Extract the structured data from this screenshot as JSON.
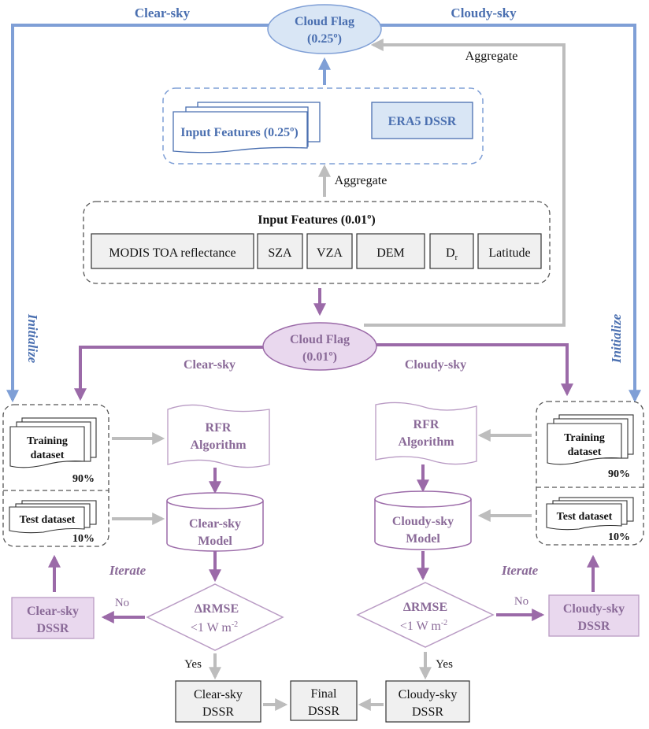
{
  "top": {
    "clear_sky_label": "Clear-sky",
    "cloudy_sky_label": "Cloudy-sky",
    "cloud_flag_coarse": {
      "line1": "Cloud Flag",
      "line2": "(0.25º)"
    },
    "aggregate_right": "Aggregate",
    "aggregate_center": "Aggregate"
  },
  "coarse_group": {
    "input_features": "Input Features (0.25º)",
    "era5": "ERA5 DSSR"
  },
  "fine_group": {
    "title": "Input Features (0.01º)",
    "features": [
      {
        "label": "MODIS TOA reflectance"
      },
      {
        "label": "SZA"
      },
      {
        "label": "VZA"
      },
      {
        "label": "DEM"
      },
      {
        "label": "D",
        "sub": "r"
      },
      {
        "label": "Latitude"
      }
    ]
  },
  "cloud_flag_fine": {
    "line1": "Cloud Flag",
    "line2": "(0.01º)"
  },
  "initialize_label": "Initialize",
  "iterate_label": "Iterate",
  "clear_branch": {
    "label": "Clear-sky",
    "training": {
      "line1": "Training",
      "line2": "dataset",
      "pct": "90%"
    },
    "test": {
      "label": "Test dataset",
      "pct": "10%"
    },
    "algorithm": {
      "line1": "RFR",
      "line2": "Algorithm"
    },
    "model": {
      "line1": "Clear-sky",
      "line2": "Model"
    },
    "decision": {
      "line1": "ΔRMSE",
      "line2": "<1 W m",
      "sup": "-2"
    },
    "no": "No",
    "yes": "Yes",
    "iter_output": {
      "line1": "Clear-sky",
      "line2": "DSSR"
    },
    "final_output": {
      "line1": "Clear-sky",
      "line2": "DSSR"
    }
  },
  "cloudy_branch": {
    "label": "Cloudy-sky",
    "training": {
      "line1": "Training",
      "line2": "dataset",
      "pct": "90%"
    },
    "test": {
      "label": "Test dataset",
      "pct": "10%"
    },
    "algorithm": {
      "line1": "RFR",
      "line2": "Algorithm"
    },
    "model": {
      "line1": "Cloudy-sky",
      "line2": "Model"
    },
    "decision": {
      "line1": "ΔRMSE",
      "line2": "<1 W m",
      "sup": "-2"
    },
    "no": "No",
    "yes": "Yes",
    "iter_output": {
      "line1": "Cloudy-sky",
      "line2": "DSSR"
    },
    "final_output": {
      "line1": "Cloudy-sky",
      "line2": "DSSR"
    }
  },
  "final": {
    "line1": "Final",
    "line2": "DSSR"
  },
  "colors": {
    "blue": "#4a6fb0",
    "blue_line": "#7f9fd6",
    "blue_fill": "#d9e6f5",
    "purple": "#8a6a98",
    "purple_line": "#9b6aa8",
    "purple_fill": "#e9d8ee",
    "gray_line": "#bdbdbd",
    "box_fill": "#f0f0f0"
  }
}
